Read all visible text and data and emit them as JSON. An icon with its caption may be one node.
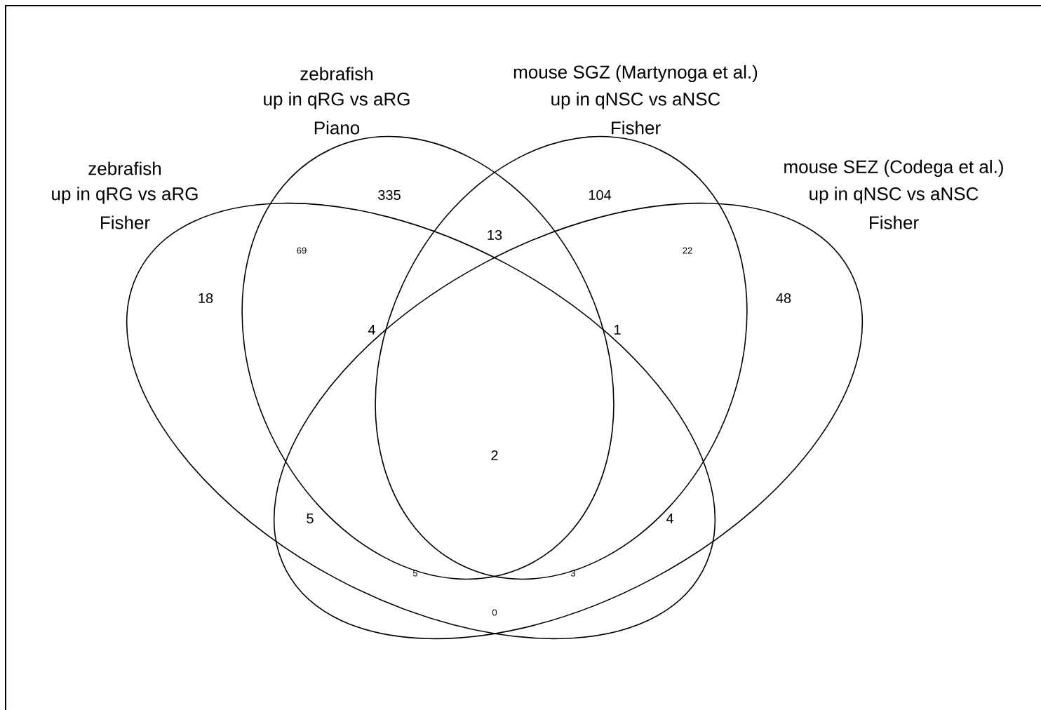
{
  "diagram": {
    "nodes": [
      {
        "text": [
          "zebrafish",
          "up in qRG vs aRG",
          "Fisher"
        ]
      },
      {
        "text": [
          "zebrafish",
          "up in qRG vs aRG",
          "Piano"
        ]
      },
      {
        "text": [
          "mouse SGZ (Martynoga et al.)",
          "up in qNSC vs aNSC",
          "Fisher"
        ]
      },
      {
        "text": [
          "mouse SEZ (Codega et al.)",
          "up in qNSC vs aNSC",
          "Fisher"
        ]
      }
    ],
    "edges": [],
    "labels": [
      "335",
      "104",
      "13",
      "69",
      "22",
      "18",
      "48",
      "4",
      "1",
      "2",
      "5",
      "4",
      "5",
      "3",
      "0"
    ]
  }
}
